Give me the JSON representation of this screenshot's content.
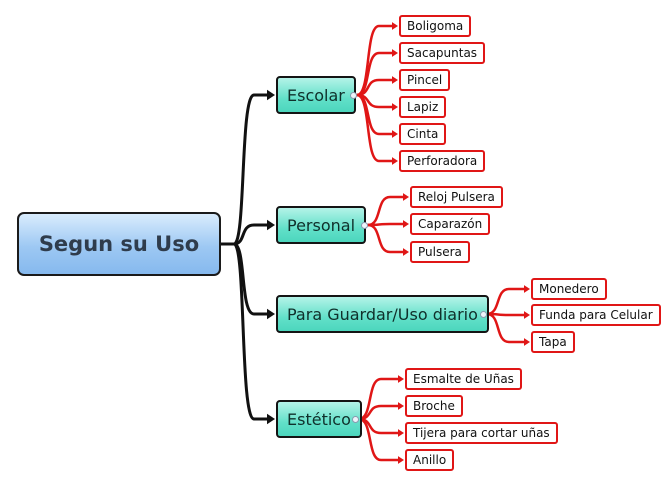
{
  "root": {
    "label": "Segun su Uso"
  },
  "categories": [
    {
      "label": "Escolar",
      "items": [
        "Boligoma",
        "Sacapuntas",
        "Pincel",
        "Lapiz",
        "Cinta",
        "Perforadora"
      ]
    },
    {
      "label": "Personal",
      "items": [
        "Reloj Pulsera",
        "Caparazón",
        "Pulsera"
      ]
    },
    {
      "label": "Para Guardar/Uso diario",
      "items": [
        "Monedero",
        "Funda para Celular",
        "Tapa"
      ]
    },
    {
      "label": "Estético",
      "items": [
        "Esmalte de Uñas",
        "Broche",
        "Tijera para cortar uñas",
        "Anillo"
      ]
    }
  ],
  "colors": {
    "root_border": "#1b1b1b",
    "category_fill": "#4cd6bd",
    "leaf_border": "#e01616",
    "main_connector": "#111111",
    "leaf_connector": "#e01616"
  }
}
